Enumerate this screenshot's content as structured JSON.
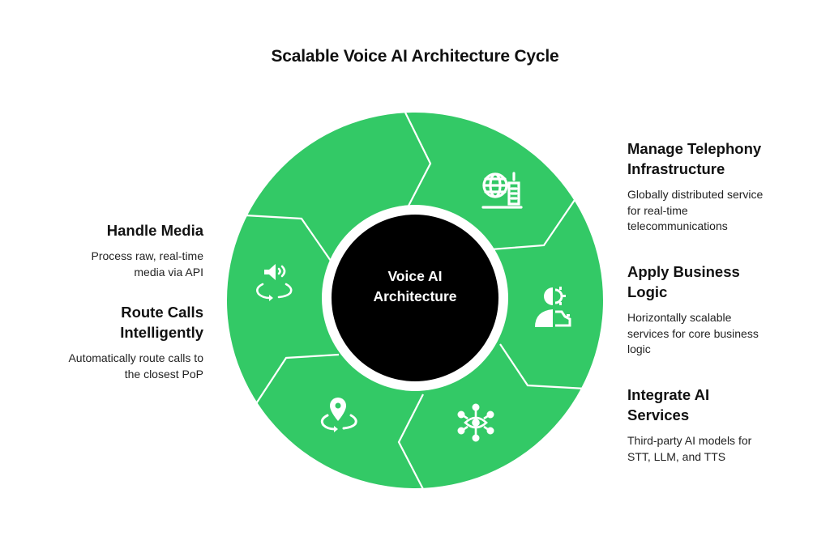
{
  "title": "Scalable Voice AI Architecture Cycle",
  "colors": {
    "segment_fill": "#33C966",
    "divider": "#FFFFFF",
    "hub_fill": "#000000",
    "hub_ring": "#FFFFFF",
    "icon": "#FFFFFF",
    "text": "#111111"
  },
  "hub": {
    "line1": "Voice AI",
    "line2": "Architecture"
  },
  "steps": [
    {
      "id": "telephony",
      "title": "Manage Telephony Infrastructure",
      "title_line1": "Manage Telephony",
      "title_line2": "Infrastructure",
      "description": "Globally distributed service for real-time telecommunications",
      "desc_line1": "Globally distributed service",
      "desc_line2": "for real-time",
      "desc_line3": "telecommunications",
      "icon": "globe-tower-icon",
      "side": "right"
    },
    {
      "id": "business-logic",
      "title": "Apply Business Logic",
      "title_line1": "Apply Business",
      "title_line2": "Logic",
      "description": "Horizontally scalable services for core business logic",
      "desc_line1": "Horizontally scalable",
      "desc_line2": "services for core business",
      "desc_line3": "logic",
      "icon": "person-gear-icon",
      "side": "right"
    },
    {
      "id": "ai-services",
      "title": "Integrate AI Services",
      "title_line1": "Integrate AI",
      "title_line2": "Services",
      "description": "Third-party AI models for STT, LLM, and TTS",
      "desc_line1": "Third-party AI models for",
      "desc_line2": "STT, LLM, and TTS",
      "icon": "eye-network-icon",
      "side": "right"
    },
    {
      "id": "route-calls",
      "title": "Route Calls Intelligently",
      "title_line1": "Route Calls",
      "title_line2": "Intelligently",
      "description": "Automatically route calls to the closest PoP",
      "desc_line1": "Automatically route calls to",
      "desc_line2": "the closest PoP",
      "icon": "location-rotate-icon",
      "side": "left"
    },
    {
      "id": "handle-media",
      "title": "Handle Media",
      "title_line1": "Handle Media",
      "description": "Process raw, real-time media via API",
      "desc_line1": "Process raw, real-time",
      "desc_line2": "media via API",
      "icon": "speaker-rotate-icon",
      "side": "left"
    }
  ]
}
